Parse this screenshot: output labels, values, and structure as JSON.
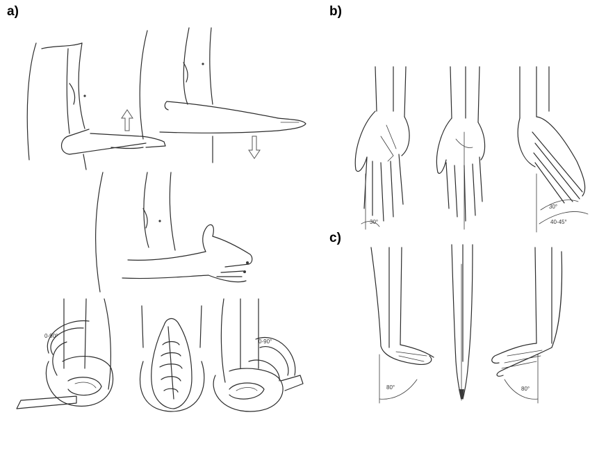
{
  "panels": {
    "a": {
      "label": "a)"
    },
    "b": {
      "label": "b)"
    },
    "c": {
      "label": "c)"
    }
  },
  "angle_labels": {
    "a_supination": "0-90°",
    "a_pronation": "0-90°",
    "b_radial": "30°",
    "b_ulnar_inner": "30°",
    "b_ulnar_outer": "40-45°",
    "c_flexion": "80°",
    "c_extension": "80°"
  },
  "colors": {
    "ink": "#2b2b2b",
    "background": "#ffffff"
  }
}
